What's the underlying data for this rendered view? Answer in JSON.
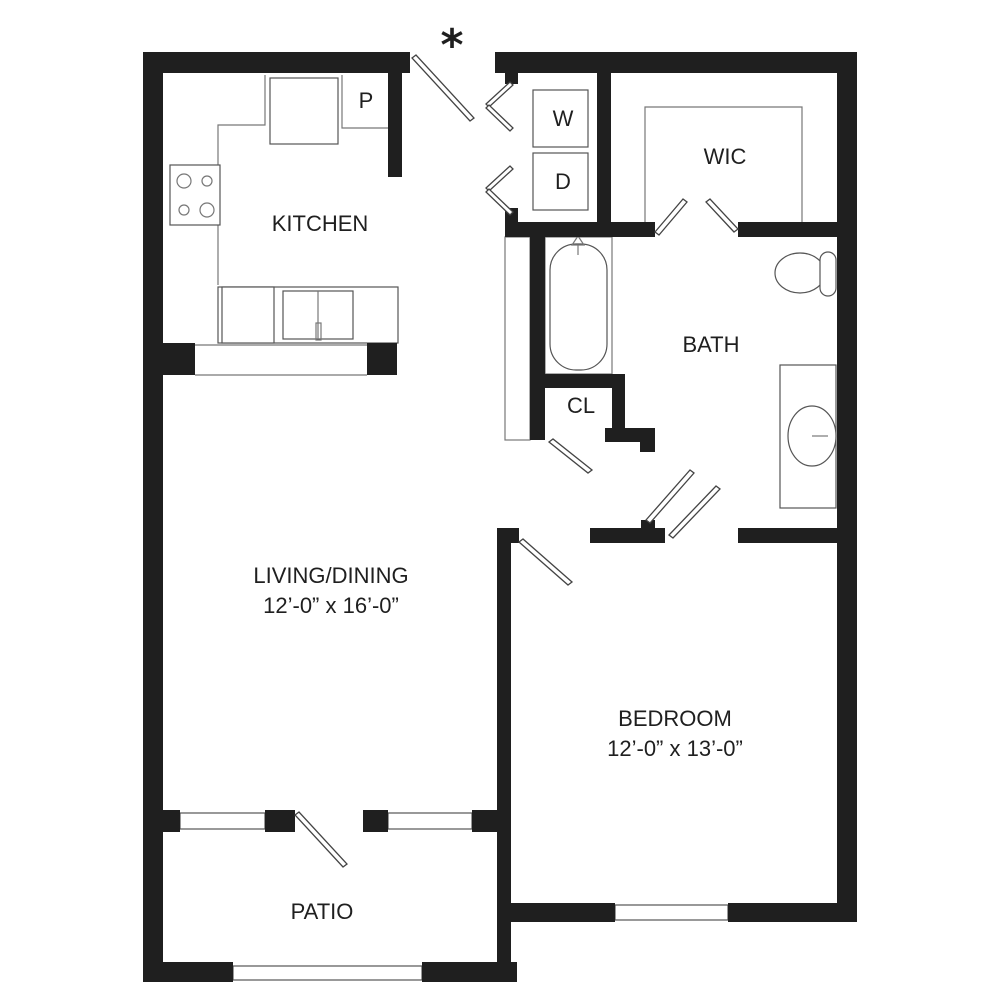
{
  "plan": {
    "entry_marker": "*",
    "rooms": {
      "kitchen": {
        "name": "KITCHEN"
      },
      "pantry": {
        "name": "P"
      },
      "washer": {
        "name": "W"
      },
      "dryer": {
        "name": "D"
      },
      "wic": {
        "name": "WIC"
      },
      "bath": {
        "name": "BATH"
      },
      "closet": {
        "name": "CL"
      },
      "living": {
        "name": "LIVING/DINING",
        "size": "12’-0” x 16’-0”"
      },
      "bedroom": {
        "name": "BEDROOM",
        "size": "12’-0” x 13’-0”"
      },
      "patio": {
        "name": "PATIO"
      }
    },
    "colors": {
      "wall": "#1f1f1f",
      "background": "#ffffff"
    }
  }
}
